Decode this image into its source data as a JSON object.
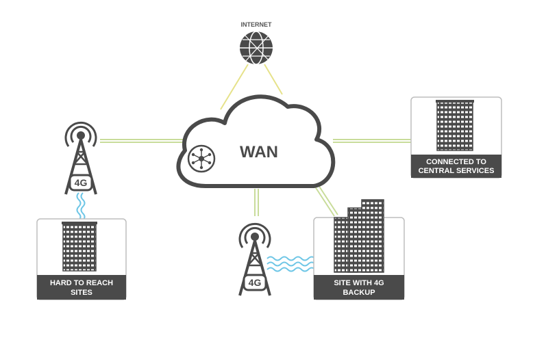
{
  "internet_label": "INTERNET",
  "wan_label": "WAN",
  "tower_badge": "4G",
  "sites": {
    "central": [
      "CONNECTED TO",
      "CENTRAL SERVICES"
    ],
    "hard_to_reach": [
      "HARD TO REACH",
      "SITES"
    ],
    "backup": [
      "SITE WITH 4G",
      "BACKUP"
    ]
  },
  "colors": {
    "dark": "#4a4a4a",
    "green_link": "#c8dc9a",
    "yellow_link": "#e6e28a",
    "wave": "#6ec6e6",
    "box_border": "#bdbdbd"
  }
}
